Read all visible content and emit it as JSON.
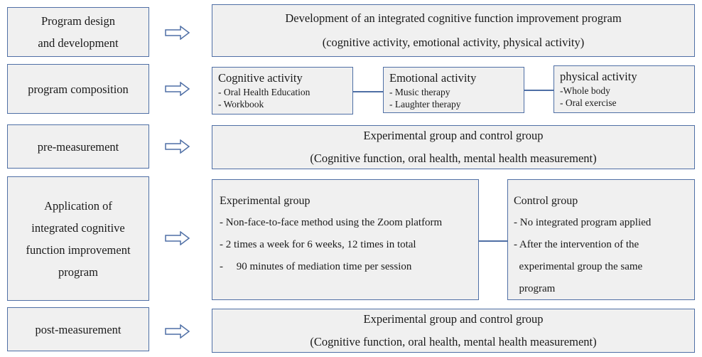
{
  "stages": [
    {
      "lines": [
        "Program design",
        "and development"
      ]
    },
    {
      "lines": [
        "program composition"
      ]
    },
    {
      "lines": [
        "pre-measurement"
      ]
    },
    {
      "lines": [
        "Application of",
        "integrated cognitive",
        "function improvement",
        "program"
      ]
    },
    {
      "lines": [
        "post-measurement"
      ]
    }
  ],
  "development": {
    "line1": "Development of an integrated cognitive function improvement program",
    "line2": "(cognitive activity, emotional activity, physical activity)"
  },
  "composition": {
    "cognitive": {
      "title": "Cognitive activity",
      "items": [
        "- Oral Health Education",
        "- Workbook"
      ]
    },
    "emotional": {
      "title": "Emotional activity",
      "items": [
        "- Music therapy",
        "- Laughter therapy"
      ]
    },
    "physical": {
      "title": "physical activity",
      "items": [
        "-Whole body",
        "- Oral exercise"
      ]
    }
  },
  "pre": {
    "line1": "Experimental group and control group",
    "line2": "(Cognitive function, oral health, mental health measurement)"
  },
  "application": {
    "experimental": {
      "title": "Experimental group",
      "items": [
        "- Non-face-to-face method using the Zoom platform",
        "- 2 times a week for 6 weeks, 12 times in total",
        "-     90 minutes of mediation time per session"
      ]
    },
    "control": {
      "title": "Control group",
      "items": [
        "- No integrated program applied",
        "- After the intervention of the",
        "  experimental group the same",
        "  program"
      ]
    }
  },
  "post": {
    "line1": "Experimental group and control group",
    "line2": "(Cognitive function, oral health, mental health measurement)"
  },
  "colors": {
    "border": "#4f6fa5",
    "fill": "#f0f0f0"
  }
}
